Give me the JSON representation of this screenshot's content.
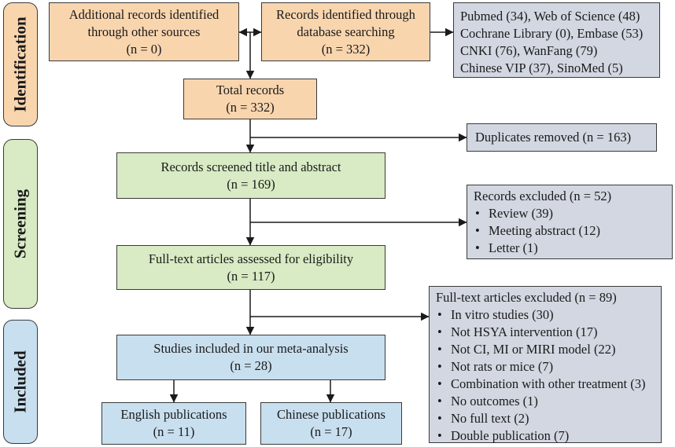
{
  "stages": {
    "identification": "Identification",
    "screening": "Screening",
    "included": "Included"
  },
  "boxes": {
    "other_sources": [
      "Additional records identified",
      "through other sources",
      "(n = 0)"
    ],
    "database_search": [
      "Records identified through",
      "database searching",
      "(n = 332)"
    ],
    "databases": [
      "Pubmed (34), Web of Science (48)",
      "Cochrane Library (0), Embase (53)",
      "CNKI (76), WanFang (79)",
      "Chinese VIP (37), SinoMed (5)"
    ],
    "total_records": [
      "Total records",
      "(n = 332)"
    ],
    "duplicates": "Duplicates removed (n = 163)",
    "screened": [
      "Records screened title and abstract",
      "(n = 169)"
    ],
    "records_excluded": {
      "title": "Records excluded (n = 52)",
      "items": [
        "Review (39)",
        "Meeting abstract (12)",
        "Letter (1)"
      ]
    },
    "fulltext_assessed": [
      "Full-text articles assessed for eligibility",
      "(n = 117)"
    ],
    "fulltext_excluded": {
      "title": "Full-text articles excluded (n = 89)",
      "items": [
        "In vitro studies (30)",
        "Not HSYA intervention (17)",
        "Not CI, MI or MIRI model (22)",
        "Not rats or mice (7)",
        "Combination with other treatment (3)",
        "No outcomes (1)",
        "No full text (2)",
        "Double publication (7)"
      ]
    },
    "included_studies": [
      "Studies included in our meta-analysis",
      "(n = 28)"
    ],
    "english": [
      "English publications",
      "(n = 11)"
    ],
    "chinese": [
      "Chinese publications",
      "(n = 17)"
    ]
  },
  "colors": {
    "identification_fill": "#f9d5ae",
    "screening_fill": "#d8ebc4",
    "included_fill": "#c8dfef",
    "side_box_fill": "#d2d7e1",
    "line": "#1a1a1a"
  }
}
